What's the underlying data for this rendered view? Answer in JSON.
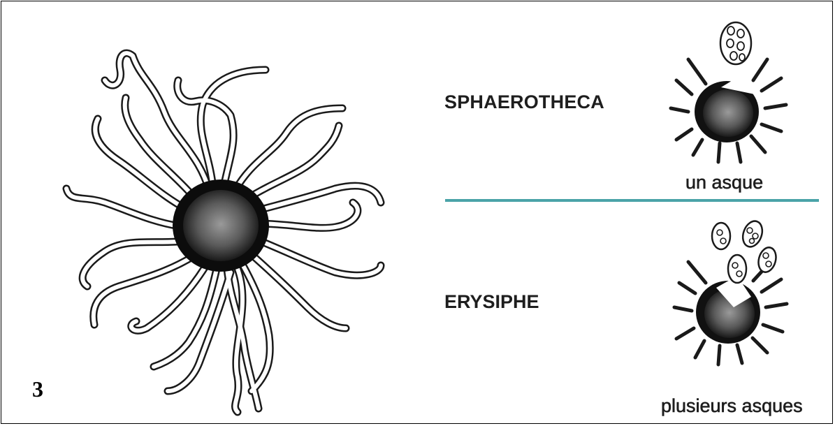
{
  "figure_number": "3",
  "genera": [
    {
      "name": "SPHAEROTHECA",
      "caption": "un asque"
    },
    {
      "name": "ERYSIPHE",
      "caption": "plusieurs asques"
    }
  ],
  "colors": {
    "divider": "#4aa3a8",
    "ink": "#1e1e1e"
  }
}
